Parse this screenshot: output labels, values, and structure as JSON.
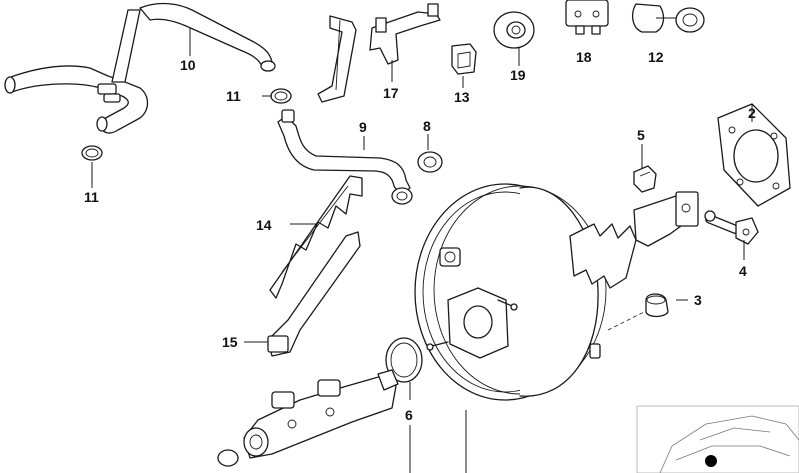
{
  "callouts": [
    {
      "id": "c1",
      "label": "10"
    },
    {
      "id": "c2",
      "label": "11"
    },
    {
      "id": "c3",
      "label": "11"
    },
    {
      "id": "c4",
      "label": "17"
    },
    {
      "id": "c5",
      "label": "13"
    },
    {
      "id": "c6",
      "label": "19"
    },
    {
      "id": "c7",
      "label": "18"
    },
    {
      "id": "c8",
      "label": "12"
    },
    {
      "id": "c9",
      "label": "9"
    },
    {
      "id": "c10",
      "label": "8"
    },
    {
      "id": "c11",
      "label": "2"
    },
    {
      "id": "c12",
      "label": "5"
    },
    {
      "id": "c13",
      "label": "4"
    },
    {
      "id": "c14",
      "label": "14"
    },
    {
      "id": "c15",
      "label": "3"
    },
    {
      "id": "c16",
      "label": "15"
    },
    {
      "id": "c17",
      "label": "6"
    }
  ],
  "colors": {
    "line": "#1a1a1a",
    "background": "#ffffff",
    "thumbnail_dot": "#000000"
  }
}
